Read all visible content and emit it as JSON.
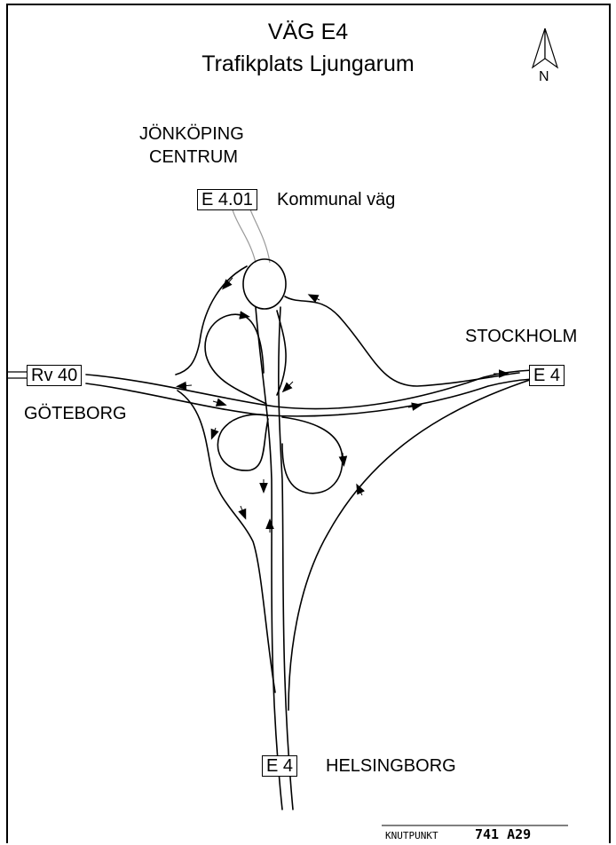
{
  "header": {
    "title": "VÄG E4",
    "subtitle": "Trafikplats Ljungarum",
    "north_label": "N"
  },
  "destinations": {
    "jonkoping": "JÖNKÖPING",
    "centrum": "CENTRUM",
    "kommunal": "Kommunal väg",
    "stockholm": "STOCKHOLM",
    "goteborg": "GÖTEBORG",
    "helsingborg": "HELSINGBORG"
  },
  "route_shields": {
    "e401": "E 4.01",
    "rv40": "Rv 40",
    "e4_east": "E 4",
    "e4_south": "E 4"
  },
  "footer": {
    "knutpunkt_label": "KNUTPUNKT",
    "knutpunkt_code": "741 A29"
  },
  "colors": {
    "road": "#000000",
    "municipal_road": "#9a9a9a",
    "background": "#ffffff"
  }
}
